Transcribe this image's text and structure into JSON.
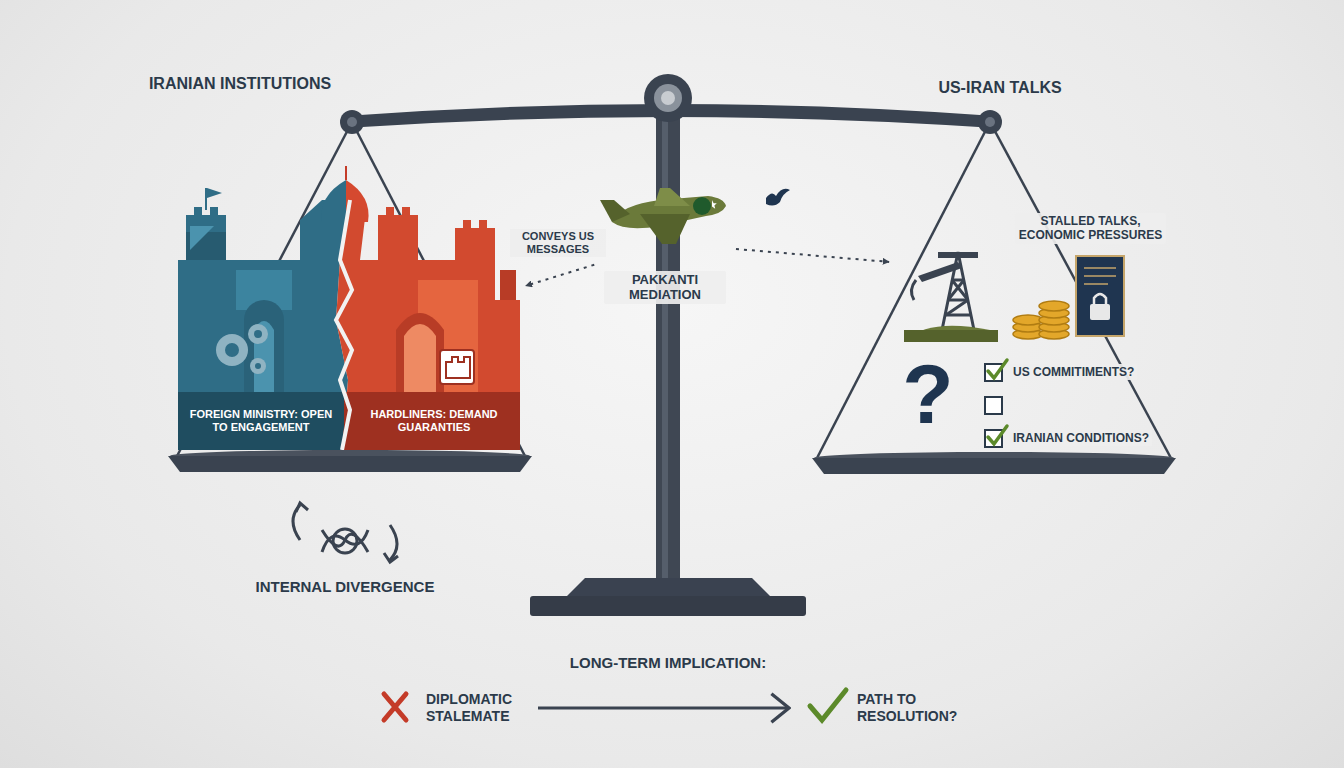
{
  "diagram": {
    "nodes": [
      {
        "text": [
          "FOREIGN MINISTRY: OPEN TO ENGAGEMENT"
        ]
      },
      {
        "text": [
          "HARDLINERS: DEMAND GUARANTIES"
        ]
      },
      {
        "text": [
          "PAKKANTI MEDIATION"
        ]
      },
      {
        "text": [
          "STALLED TALKS, ECONOMIC PRESSURES"
        ]
      },
      {
        "text": [
          "DIPLOMATIC STALEMATE"
        ]
      },
      {
        "text": [
          "PATH TO RESOLUTION?"
        ]
      }
    ],
    "edges": [
      {
        "from": 2,
        "to": 1,
        "label": "CONVEYS US MESSAGES",
        "arrow": "to"
      },
      {
        "from": 2,
        "to": 3,
        "arrow": "to"
      },
      {
        "from": 4,
        "to": 5,
        "arrow": "to"
      }
    ],
    "labels": [
      "IRANIAN INSTITUTIONS",
      "US-IRAN TALKS",
      "?",
      "US COMMITIMENTS?",
      "IRANIAN CONDITIONS?",
      "INTERNAL DIVERGENCE",
      "LONG-TERM IMPLICATION:"
    ]
  }
}
